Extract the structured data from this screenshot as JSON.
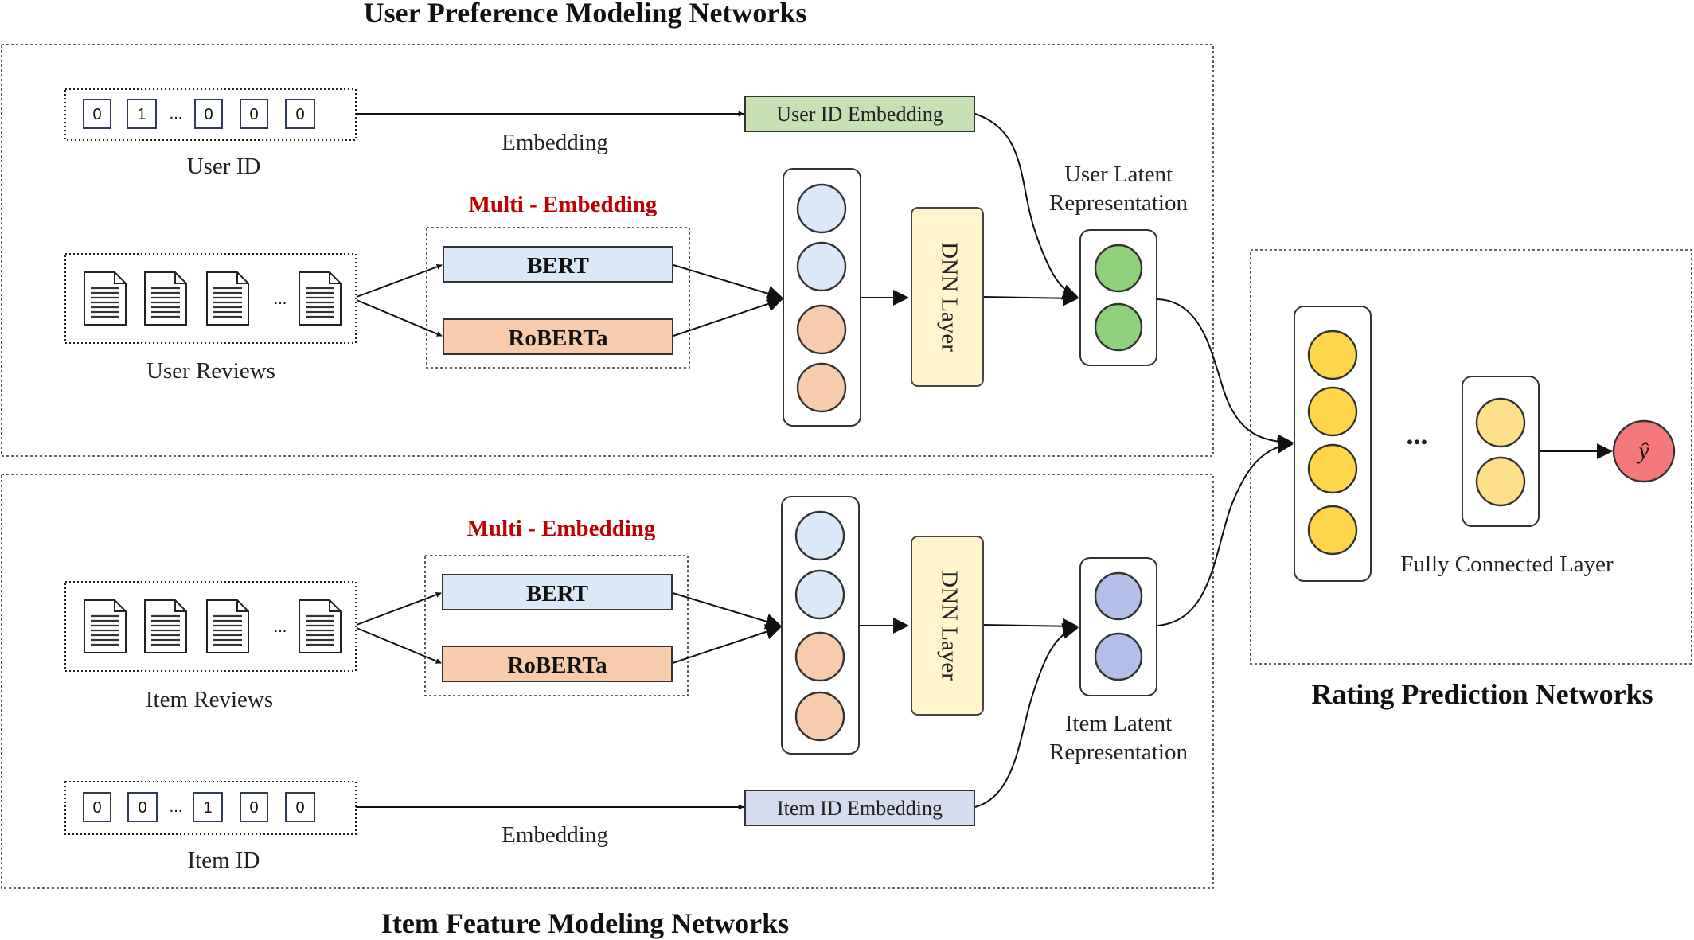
{
  "titles": {
    "user": "User Preference Modeling Networks",
    "item": "Item Feature Modeling Networks",
    "rating": "Rating Prediction Networks"
  },
  "user": {
    "id_cells": [
      "0",
      "1",
      "0",
      "0",
      "0"
    ],
    "id_ellipsis": "...",
    "id_label": "User ID",
    "embedding_label": "Embedding",
    "id_embedding": "User ID Embedding",
    "reviews_ellipsis": "...",
    "reviews_label": "User Reviews",
    "multi_embedding": "Multi - Embedding",
    "bert": "BERT",
    "roberta": "RoBERTa",
    "dnn": "DNN Layer",
    "latent_line1": "User Latent",
    "latent_line2": "Representation"
  },
  "item": {
    "id_cells": [
      "0",
      "0",
      "1",
      "0",
      "0"
    ],
    "id_ellipsis": "...",
    "id_label": "Item ID",
    "embedding_label": "Embedding",
    "id_embedding": "Item ID Embedding",
    "reviews_ellipsis": "...",
    "reviews_label": "Item Reviews",
    "multi_embedding": "Multi - Embedding",
    "bert": "BERT",
    "roberta": "RoBERTa",
    "dnn": "DNN Layer",
    "latent_line1": "Item Latent",
    "latent_line2": "Representation"
  },
  "rating": {
    "fc_label": "Fully Connected Layer",
    "ellipsis": "...",
    "output": "ŷ"
  },
  "colors": {
    "user_id_fill": "#c6e0b4",
    "item_id_fill": "#d6dcef",
    "bert_fill": "#dae8f8",
    "roberta_fill": "#f8cbad",
    "dnn_fill": "#fff4cc",
    "user_latent": "#8fd17a",
    "item_latent": "#b4bfe8",
    "fc_node": "#ffd54a",
    "fc_node_light": "#ffe08a",
    "output_node": "#f4777a"
  }
}
